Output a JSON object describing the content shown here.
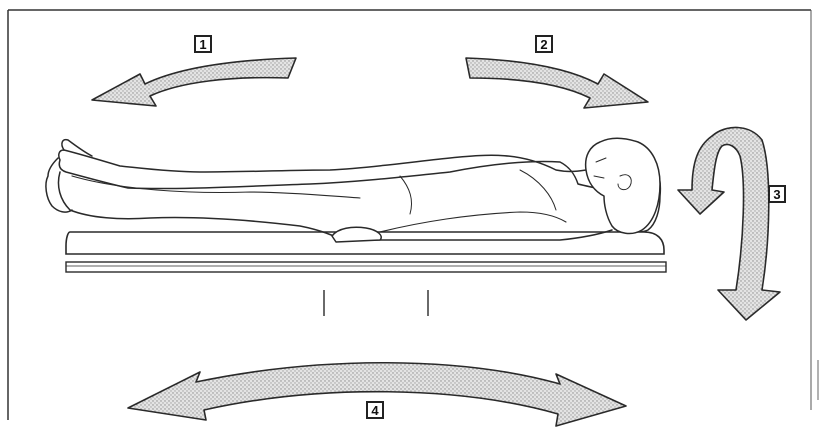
{
  "figure": {
    "labels": {
      "arrow_1": "1",
      "arrow_2": "2",
      "arrow_3": "3",
      "arrow_4": "4"
    },
    "stroke_color": "#2a2a2a",
    "arrow_fill_color": "#c9c9c9"
  }
}
